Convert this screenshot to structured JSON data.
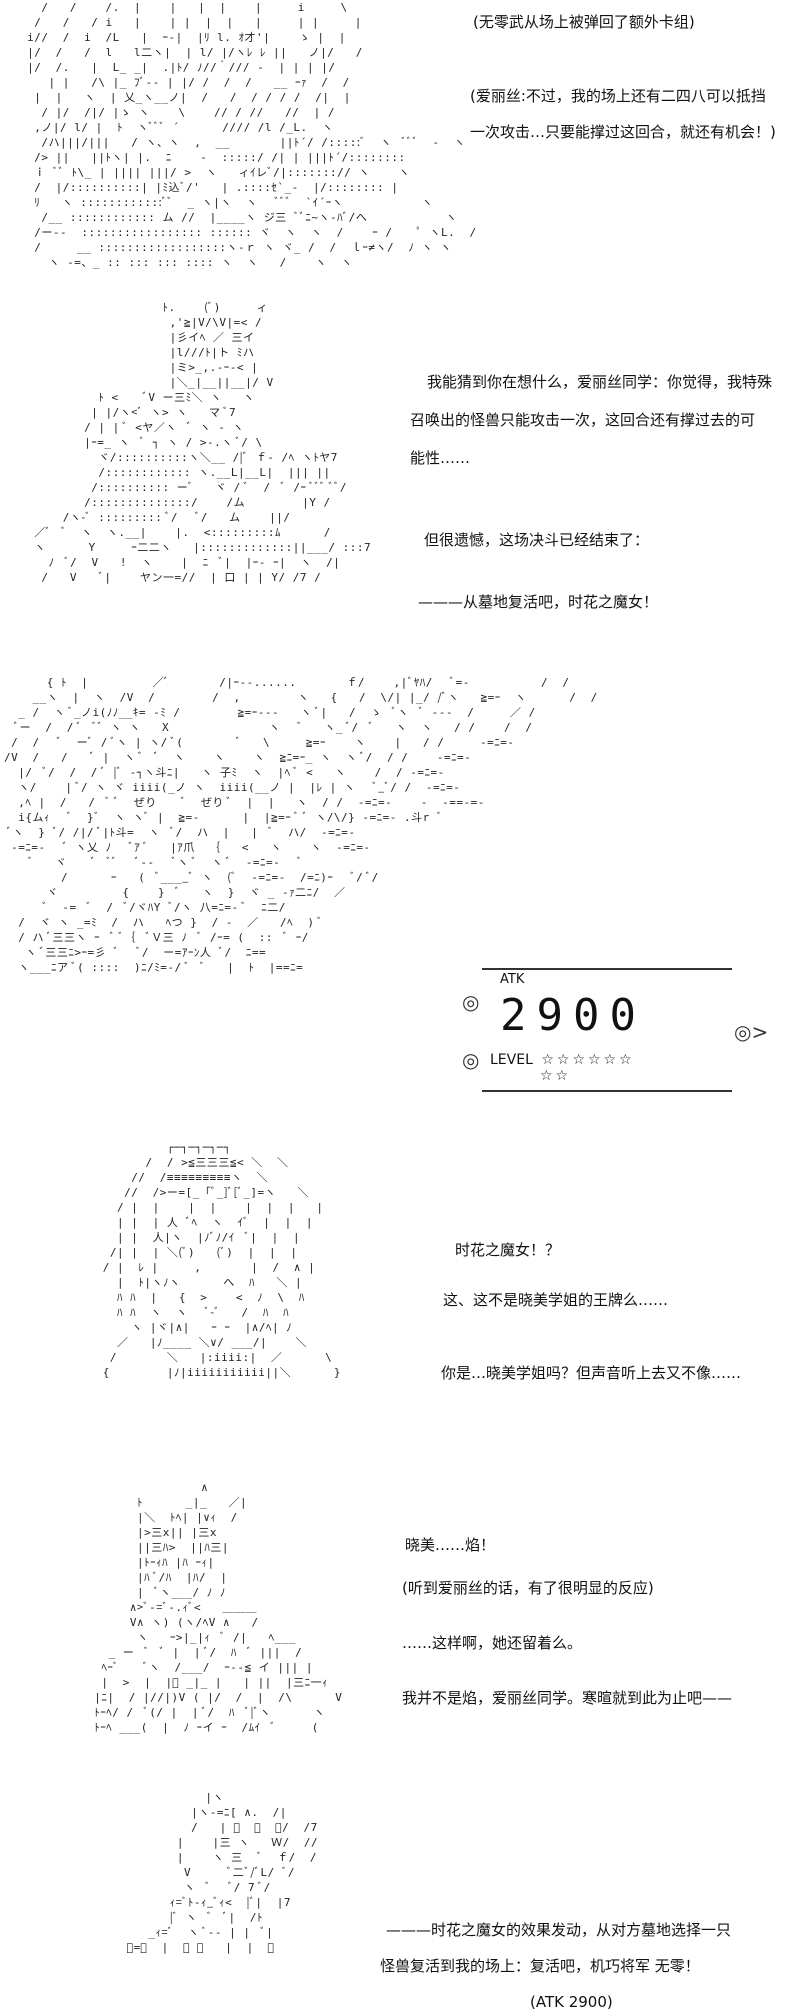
{
  "panels": [
    {
      "lines": [
        "(无零武从场上被弹回了额外卡组)",
        "(爱丽丝:不过，我的场上还有二四八可以抵挡",
        "一次攻击…只要能撑过这回合，就还有机会！)"
      ]
    },
    {
      "lines": [
        "我能猜到你在想什么，爱丽丝同学：你觉得，我特殊",
        "召唤出的怪兽只能攻击一次，这回合还有撑过去的可",
        "能性……",
        "但很遗憾，这场决斗已经结束了：",
        "———从墓地复活吧，时花之魔女！"
      ]
    },
    {
      "card": {
        "atk_label": "ATK",
        "atk_value": "2900",
        "level_label": "LEVEL",
        "stars_row1": "☆☆☆☆☆☆",
        "stars_row2": "☆☆"
      }
    },
    {
      "lines": [
        "时花之魔女！？",
        "这、这不是晓美学姐的王牌么……",
        "你是…晓美学姐吗？但声音听上去又不像……"
      ]
    },
    {
      "lines": [
        "晓美……焰！",
        "(听到爱丽丝的话，有了很明显的反应)",
        "……这样啊，她还留着么。",
        "我并不是焰，爱丽丝同学。寒暄就到此为止吧——"
      ]
    },
    {
      "lines": [
        "———时花之魔女的效果发动，从对方墓地选择一只",
        "怪兽复活到我的场上：复活吧，机巧将军 无零！",
        "(ATK 2900)"
      ]
    }
  ]
}
